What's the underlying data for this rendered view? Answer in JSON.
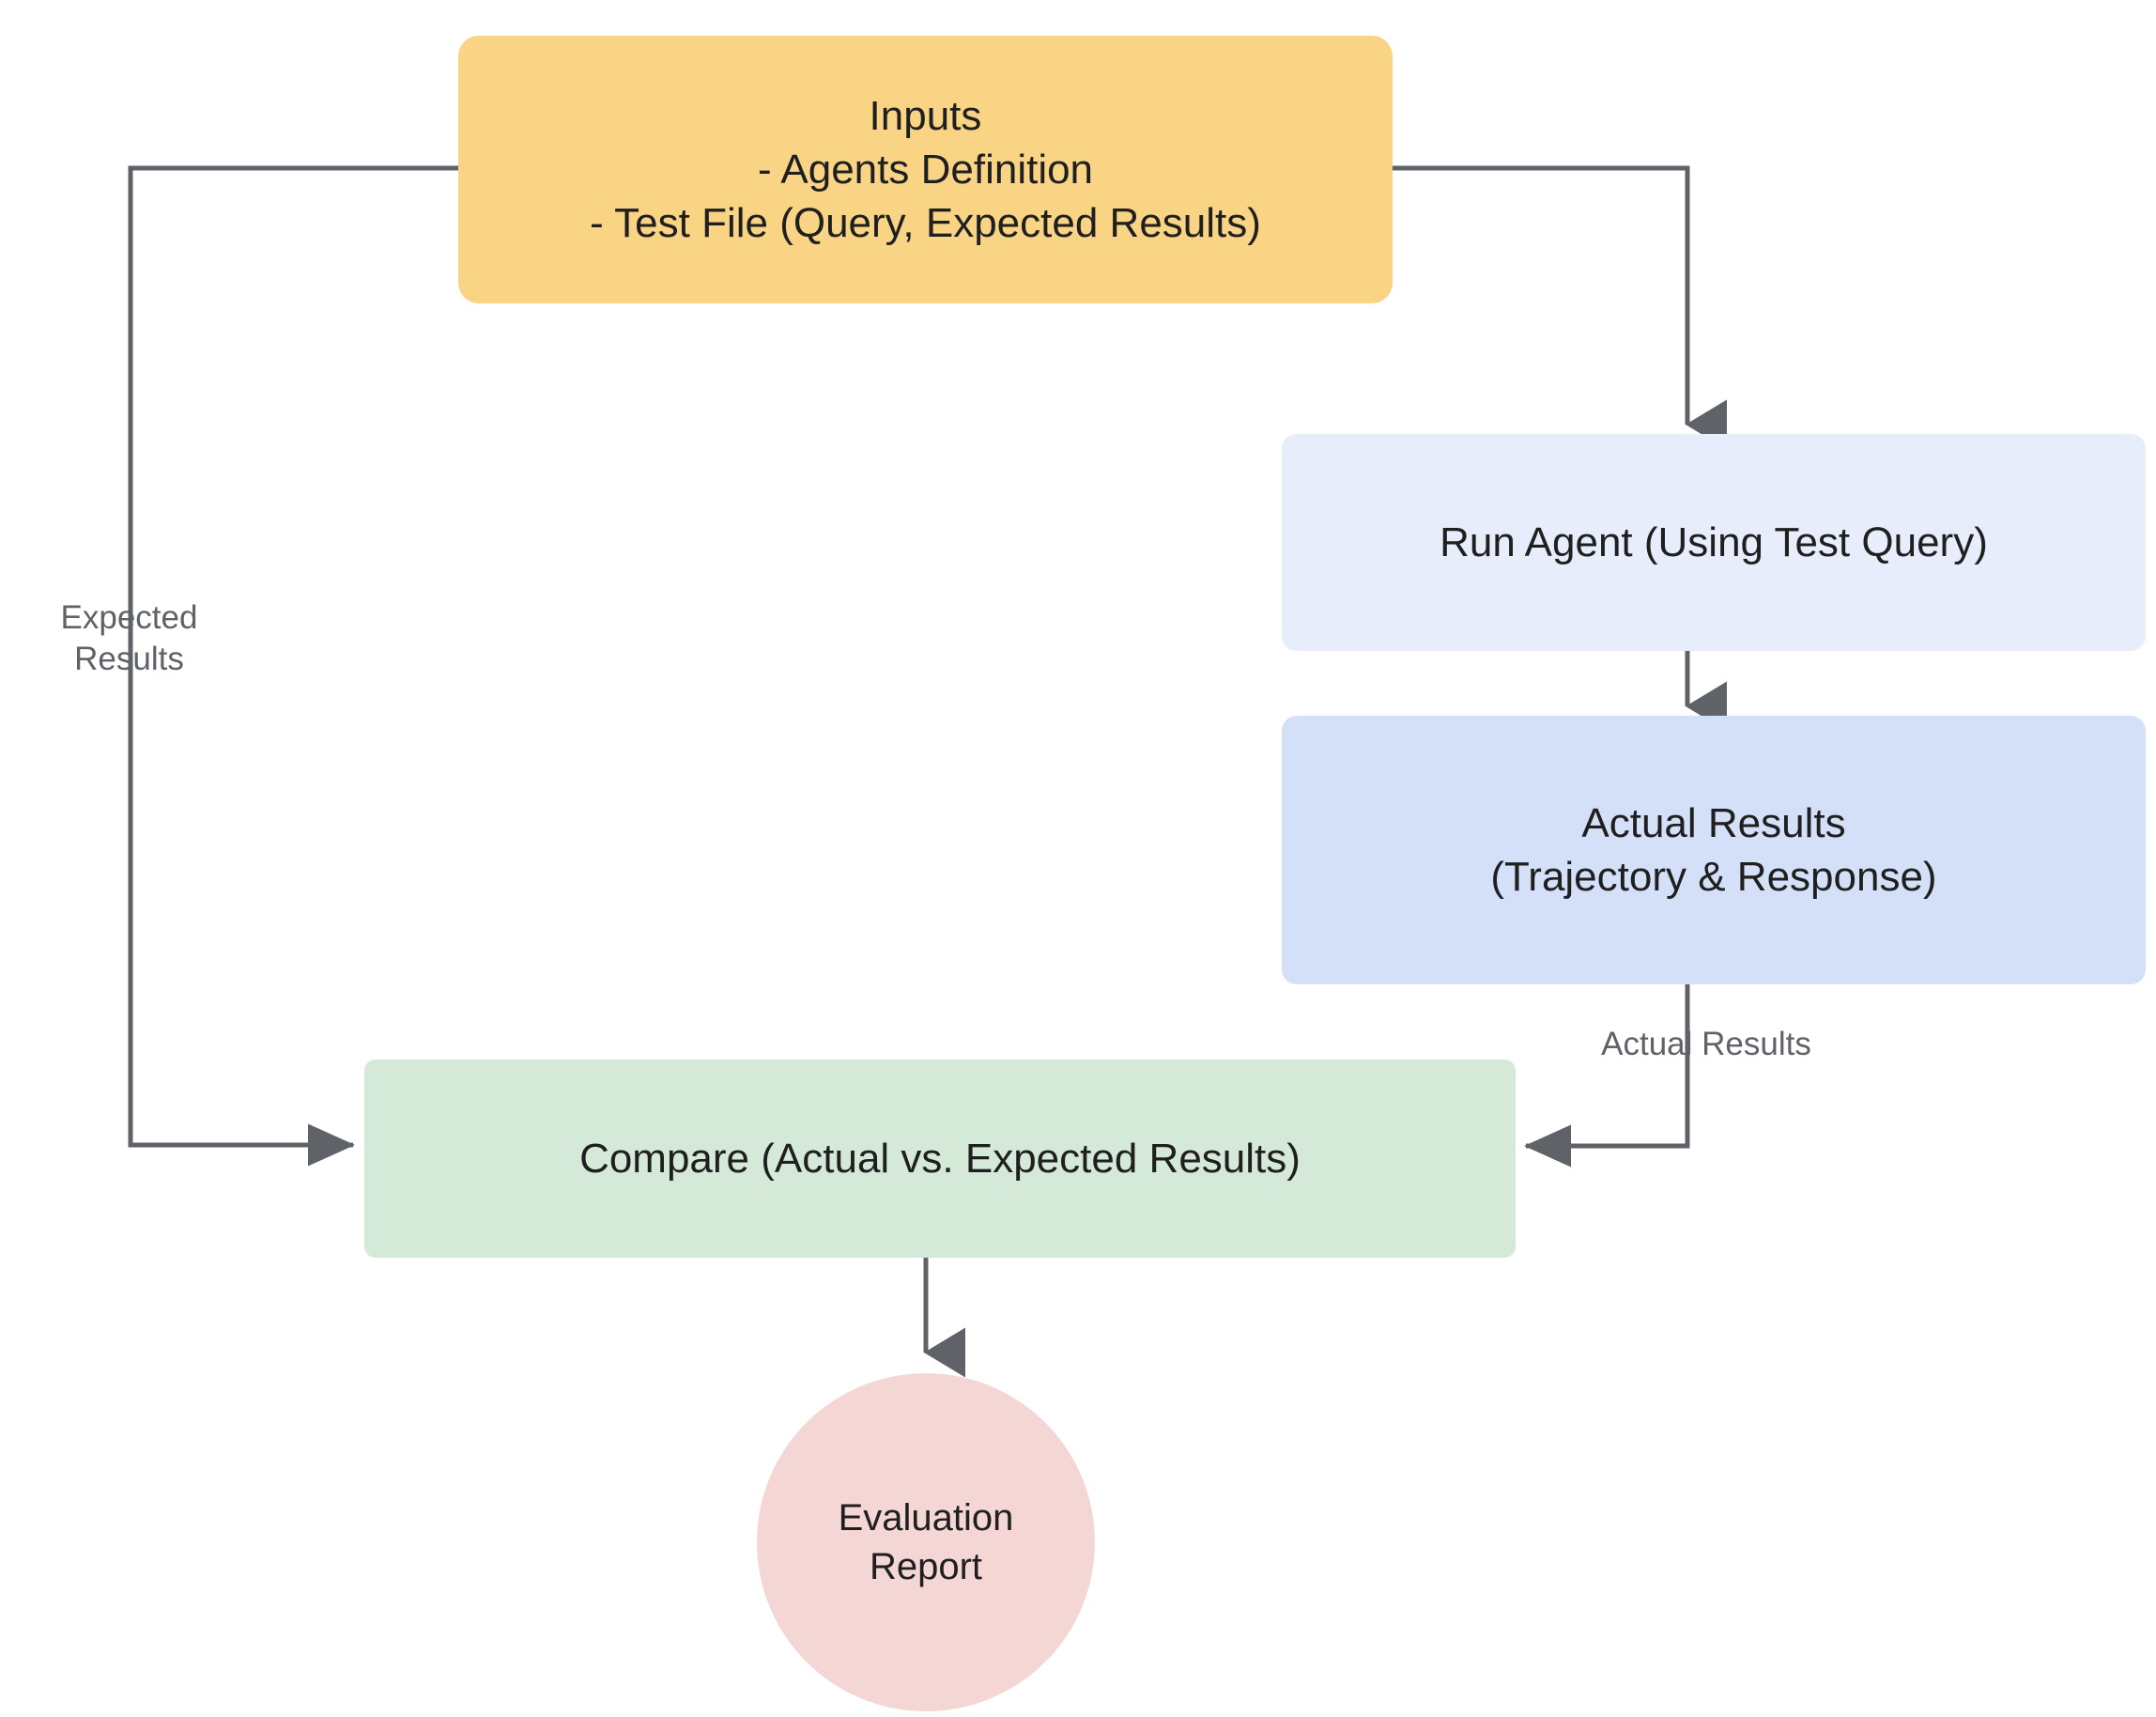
{
  "diagram": {
    "title": "Agent Evaluation Flow",
    "background": "#ffffff",
    "edge_color": "#5F6368",
    "nodes": [
      {
        "id": "inputs",
        "label": "Inputs\n- Agents Definition\n- Test File (Query, Expected Results)",
        "shape": "rounded-rectangle",
        "color": "#F8D484"
      },
      {
        "id": "run_agent",
        "label": "Run Agent (Using Test Query)",
        "shape": "rounded-rectangle",
        "color": "#E7EDFB"
      },
      {
        "id": "actual_results",
        "label": "Actual Results\n(Trajectory & Response)",
        "shape": "rounded-rectangle",
        "color": "#D3E0F8"
      },
      {
        "id": "compare",
        "label": "Compare (Actual vs. Expected Results)",
        "shape": "rounded-rectangle",
        "color": "#D4E9D7"
      },
      {
        "id": "evaluation_report",
        "label": "Evaluation\nReport",
        "shape": "circle",
        "color": "#F4D6D4"
      }
    ],
    "edges": [
      {
        "from": "inputs",
        "to": "run_agent",
        "label": ""
      },
      {
        "from": "run_agent",
        "to": "actual_results",
        "label": ""
      },
      {
        "from": "inputs",
        "to": "compare",
        "label": "Expected\nResults"
      },
      {
        "from": "actual_results",
        "to": "compare",
        "label": "Actual Results"
      },
      {
        "from": "compare",
        "to": "evaluation_report",
        "label": ""
      }
    ]
  }
}
